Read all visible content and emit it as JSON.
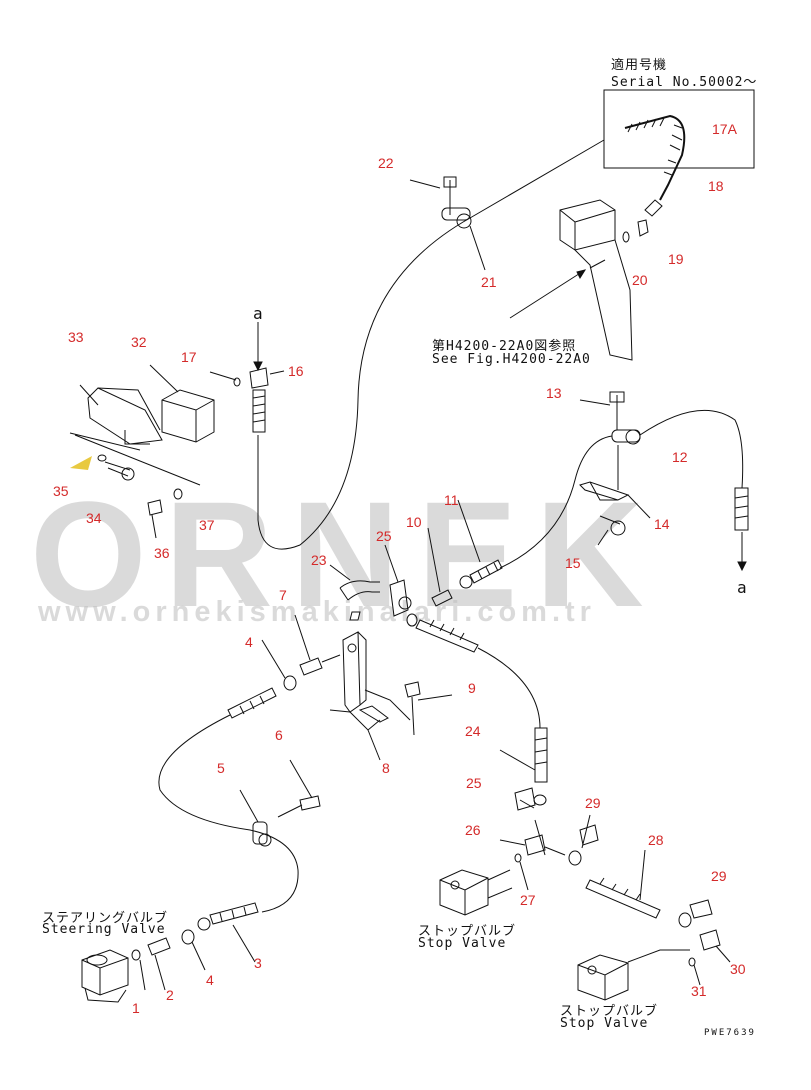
{
  "watermark": {
    "brand": "ORNEK",
    "url": "www.ornekismakinalari.com.tr"
  },
  "notes": {
    "serial_title": "適用号機",
    "serial_range": "Serial No.50002～",
    "ref_jp": "第H4200-22A0図参照",
    "ref_en": "See Fig.H4200-22A0",
    "steering_jp": "ステアリングバルブ",
    "steering_en": "Steering Valve",
    "stop1_jp": "ストップバルブ",
    "stop1_en": "Stop Valve",
    "stop2_jp": "ストップバルブ",
    "stop2_en": "Stop Valve",
    "drawing_code": "PWE7639"
  },
  "connectors": {
    "a_top": "a",
    "a_bottom": "a"
  },
  "parts": {
    "p1": "1",
    "p2": "2",
    "p3": "3",
    "p4a": "4",
    "p4b": "4",
    "p5": "5",
    "p6": "6",
    "p7": "7",
    "p8": "8",
    "p9": "9",
    "p10": "10",
    "p11": "11",
    "p12": "12",
    "p13": "13",
    "p14": "14",
    "p15": "15",
    "p16": "16",
    "p17": "17",
    "p17a": "17A",
    "p18": "18",
    "p19": "19",
    "p20": "20",
    "p21": "21",
    "p22": "22",
    "p23": "23",
    "p24": "24",
    "p25a": "25",
    "p25b": "25",
    "p26": "26",
    "p27": "27",
    "p28": "28",
    "p29a": "29",
    "p29b": "29",
    "p30": "30",
    "p31": "31",
    "p32": "32",
    "p33": "33",
    "p34": "34",
    "p35": "35",
    "p36": "36",
    "p37": "37"
  }
}
